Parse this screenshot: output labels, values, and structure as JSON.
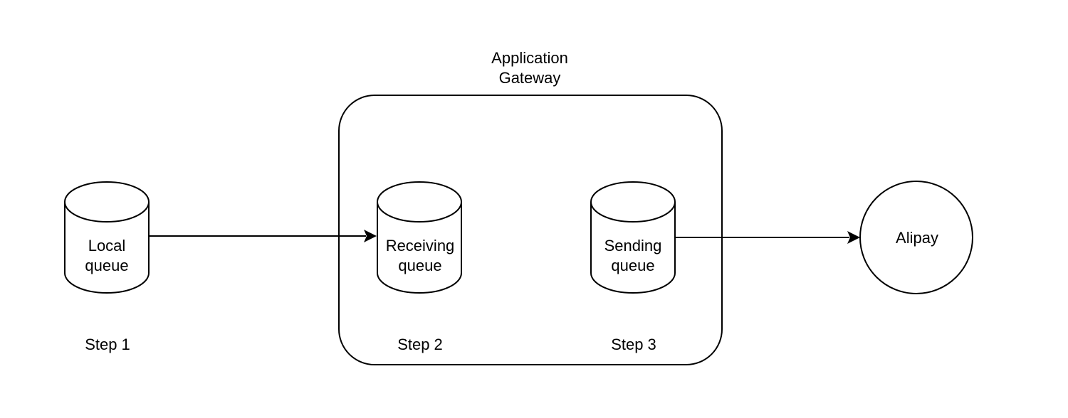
{
  "group": {
    "title_line1": "Application",
    "title_line2": "Gateway"
  },
  "nodes": {
    "local_queue": {
      "line1": "Local",
      "line2": "queue",
      "shape": "cylinder"
    },
    "receiving_queue": {
      "line1": "Receiving",
      "line2": "queue",
      "shape": "cylinder"
    },
    "sending_queue": {
      "line1": "Sending",
      "line2": "queue",
      "shape": "cylinder"
    },
    "alipay": {
      "label": "Alipay",
      "shape": "circle"
    }
  },
  "steps": {
    "step1": "Step 1",
    "step2": "Step 2",
    "step3": "Step 3"
  },
  "edges": [
    {
      "from": "local_queue",
      "to": "receiving_queue"
    },
    {
      "from": "sending_queue",
      "to": "alipay"
    }
  ],
  "colors": {
    "stroke": "#000000",
    "fill": "#ffffff",
    "text": "#000000"
  }
}
